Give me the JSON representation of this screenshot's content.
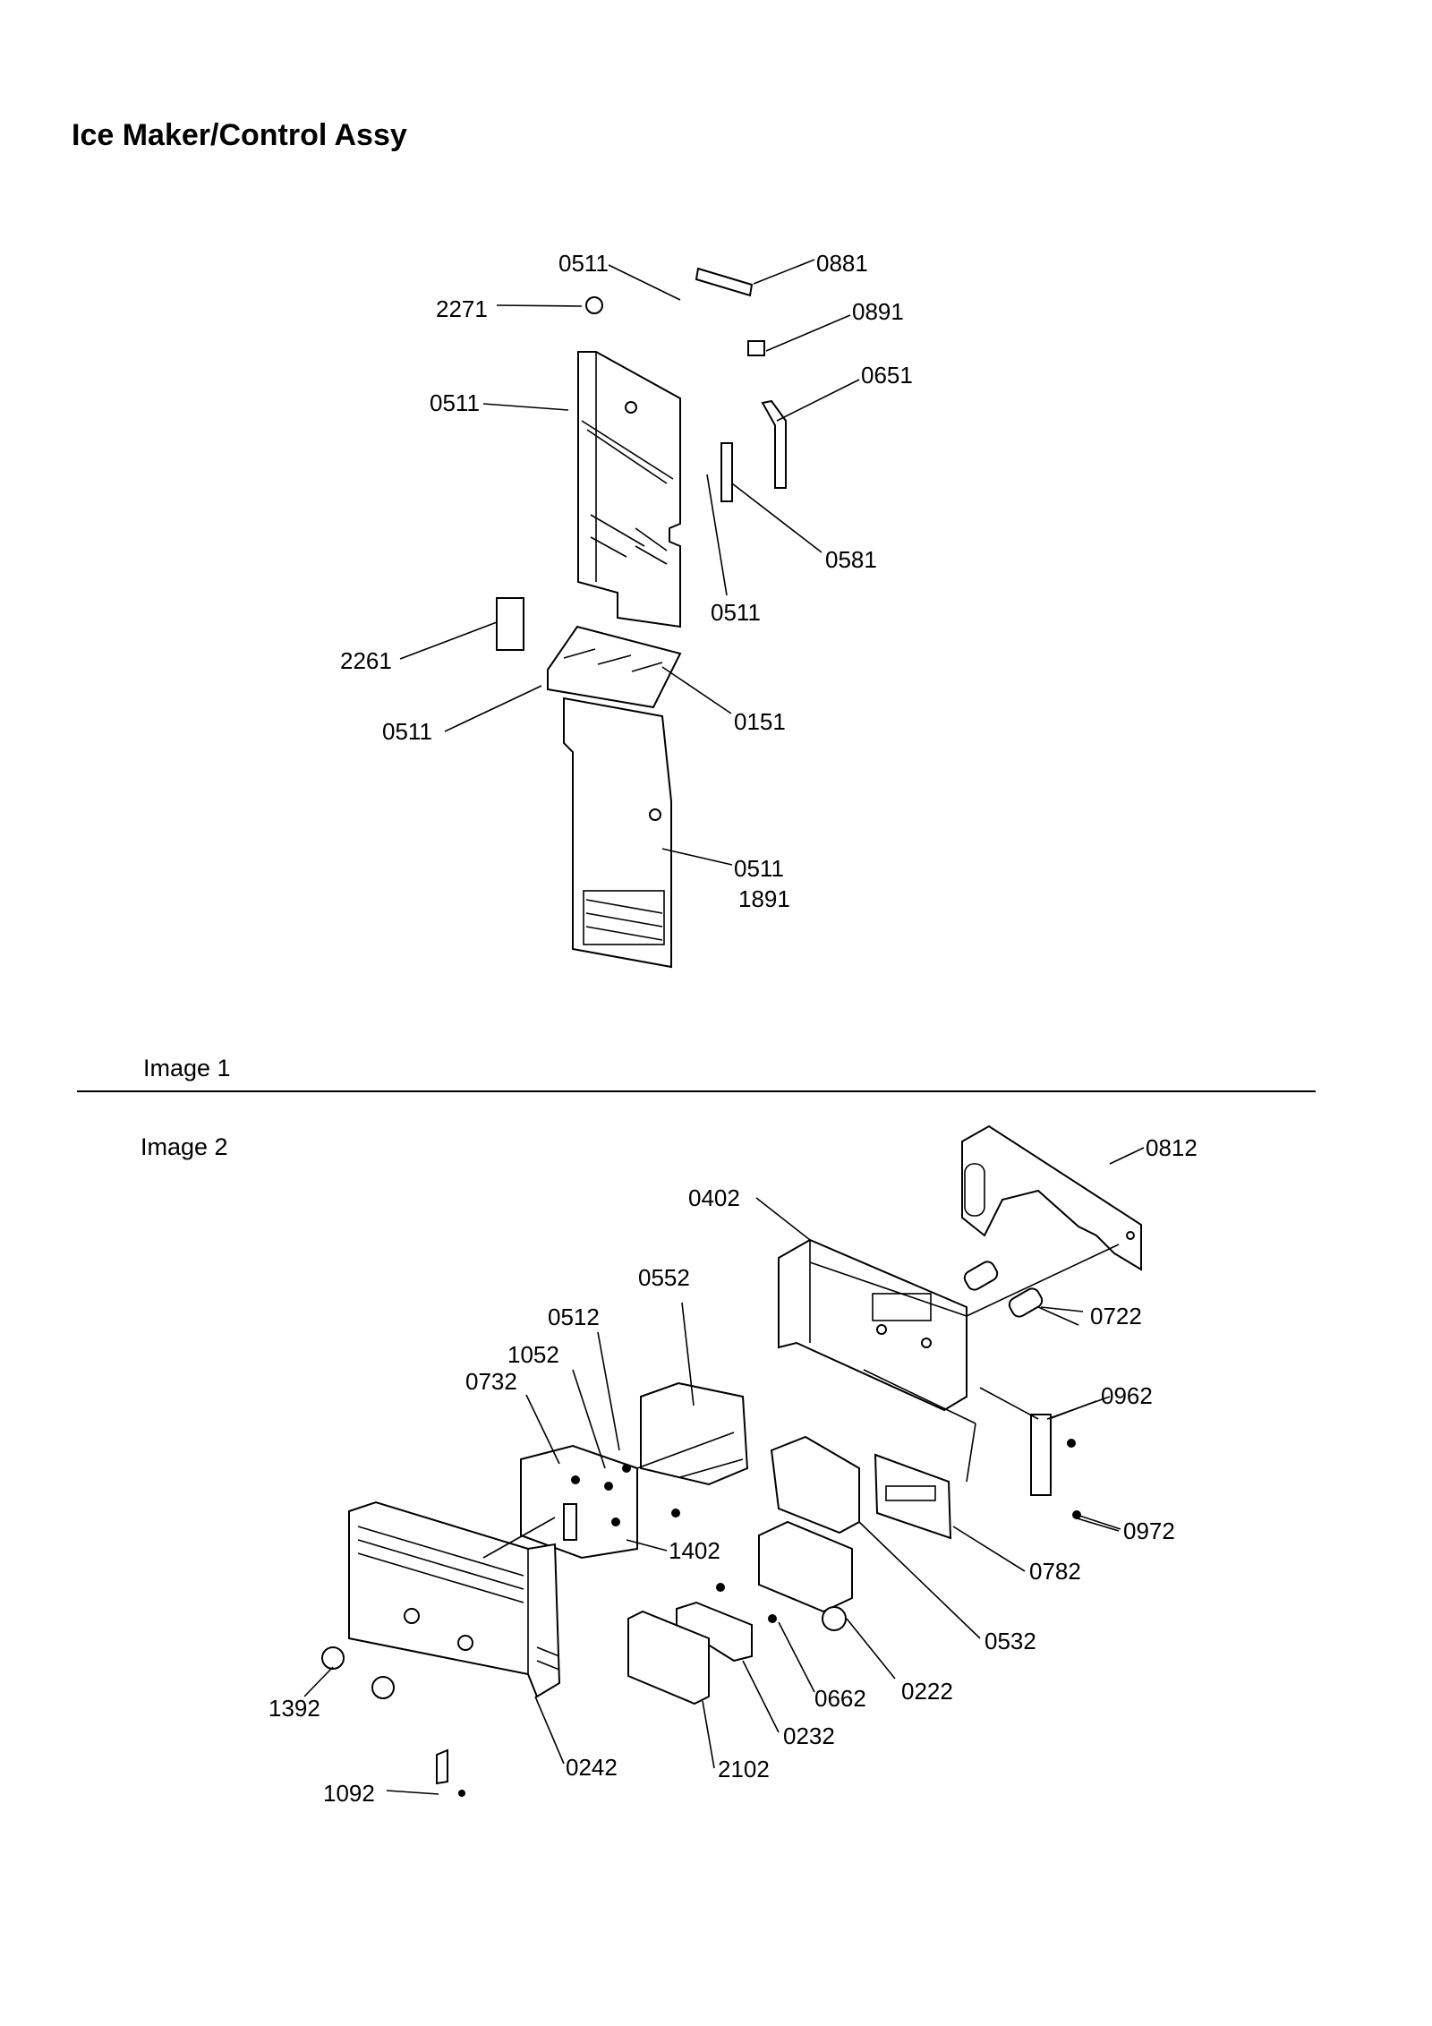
{
  "title": "Ice Maker/Control Assy",
  "image1_label": "Image 1",
  "image2_label": "Image 2",
  "callouts": {
    "c_2271": "2271",
    "c_0511a": "0511",
    "c_0881": "0881",
    "c_0891": "0891",
    "c_0511b": "0511",
    "c_0651": "0651",
    "c_0581": "0581",
    "c_0511c": "0511",
    "c_2261": "2261",
    "c_0511d": "0511",
    "c_0151": "0151",
    "c_0511e": "0511",
    "c_1891": "1891",
    "c_0812": "0812",
    "c_0402": "0402",
    "c_0552": "0552",
    "c_0512": "0512",
    "c_1052": "1052",
    "c_0732": "0732",
    "c_0722": "0722",
    "c_0962": "0962",
    "c_1402": "1402",
    "c_0972": "0972",
    "c_0782": "0782",
    "c_0532": "0532",
    "c_1392": "1392",
    "c_0662": "0662",
    "c_0222": "0222",
    "c_0232": "0232",
    "c_0242": "0242",
    "c_2102": "2102",
    "c_1092": "1092"
  }
}
